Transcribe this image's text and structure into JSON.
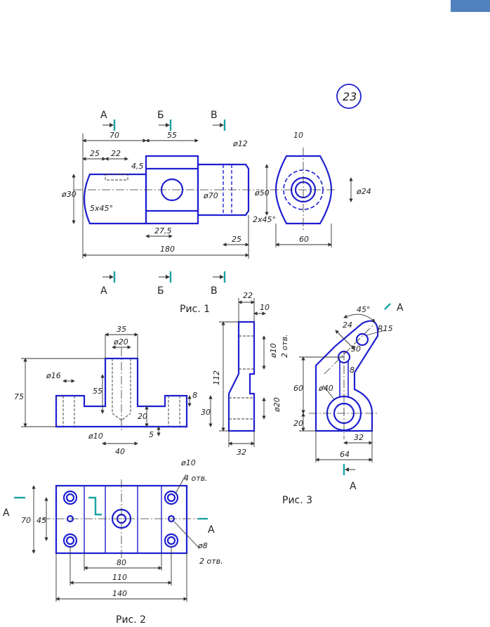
{
  "sheet_number": "23",
  "figures": {
    "fig1": {
      "caption": "Рис. 1",
      "section_labels": [
        "А",
        "Б",
        "В"
      ],
      "dims": [
        "70",
        "55",
        "25",
        "22",
        "4,5",
        "ø12",
        "10",
        "ø30",
        "5x45°",
        "ø70",
        "ø50",
        "2x45°",
        "27,5",
        "25",
        "180",
        "ø24",
        "60"
      ]
    },
    "fig2": {
      "caption": "Рис. 2",
      "section_label": "А",
      "dims": [
        "35",
        "ø20",
        "ø16",
        "55",
        "75",
        "8",
        "30",
        "20",
        "5",
        "ø10",
        "40",
        "ø10",
        "4 отв.",
        "70",
        "45",
        "80",
        "110",
        "140",
        "ø8",
        "2 отв."
      ]
    },
    "fig3": {
      "caption": "Рис. 3",
      "section_label": "А",
      "dims": [
        "22",
        "10",
        "112",
        "ø10",
        "2 отв.",
        "ø20",
        "32",
        "45°",
        "24",
        "R15",
        "30",
        "8",
        "ø40",
        "60",
        "20",
        "32",
        "64"
      ]
    }
  },
  "colors": {
    "outline": "#1f1fd0",
    "section_marker": "#1aa3a3",
    "dimension": "#333333",
    "corner_tab": "#4f81bd"
  }
}
